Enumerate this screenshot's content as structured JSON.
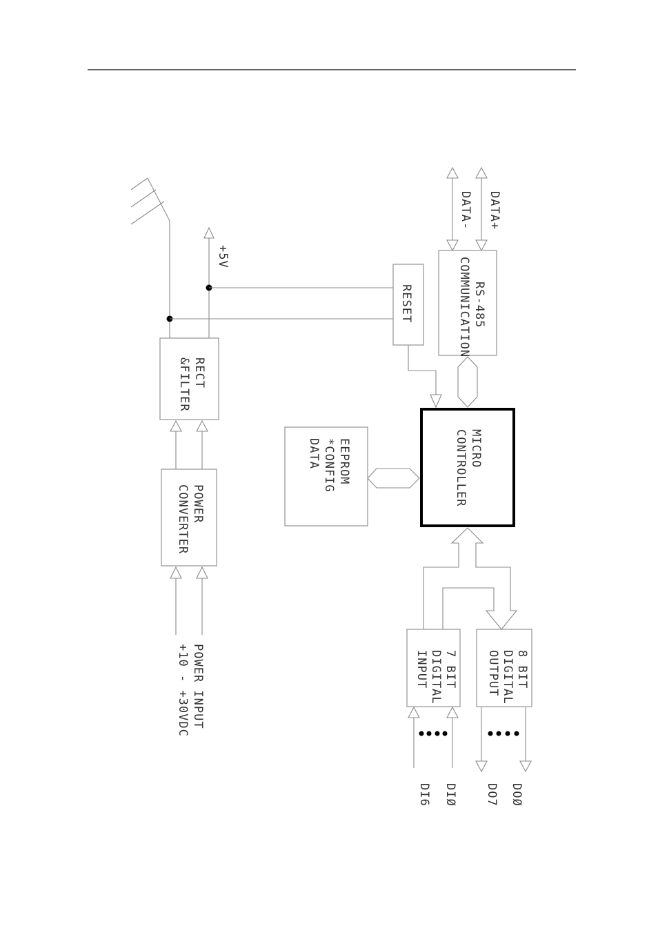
{
  "blocks": {
    "rect_filter": [
      "RECT",
      "&FILTER"
    ],
    "power_converter": [
      "POWER",
      "CONVERTER"
    ],
    "eeprom": [
      "EEPROM",
      "*CONFIG",
      "DATA"
    ],
    "micro_controller": [
      "MICRO",
      "CONTROLLER"
    ],
    "reset": "RESET",
    "rs485": [
      "RS-485",
      "COMMUNICATION"
    ],
    "digital_input": [
      "7  BIT",
      "DIGITAL",
      "INPUT"
    ],
    "digital_output": [
      "8  BIT",
      "DIGITAL",
      "OUTPUT"
    ]
  },
  "signals": {
    "plus5v": "+5V",
    "data_minus": "DATA-",
    "data_plus": "DATA+",
    "power_input": [
      "POWER  INPUT",
      "+10  -  +30VDC"
    ],
    "di6": "DI6",
    "di0": "DIØ",
    "do7": "DO7",
    "do0": "DOØ"
  }
}
